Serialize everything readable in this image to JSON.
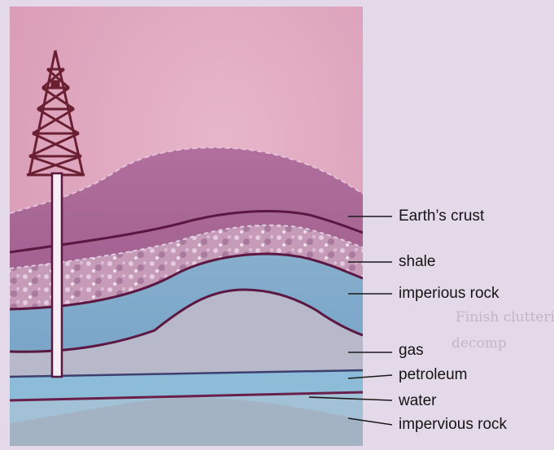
{
  "labels": {
    "earths_crust": "Earth’s crust",
    "shale": "shale",
    "imperious_rock": "imperious rock",
    "gas": "gas",
    "petroleum": "petroleum",
    "water": "water",
    "impervious_rock": "impervious rock"
  },
  "colors": {
    "page": "#e4d9e8",
    "sky": "#dca6bd",
    "crust": "#9d5f8b",
    "shale": "#c79ab8",
    "imperious_rock": "#7fa9c9",
    "gas": "#b5b7c9",
    "petroleum": "#86b9d6",
    "water": "#9fbfd4",
    "derrick": "#6a1f32",
    "boundary": "#5a1840"
  },
  "icons": [
    "oil-derrick-icon",
    "drill-pipe-icon"
  ]
}
